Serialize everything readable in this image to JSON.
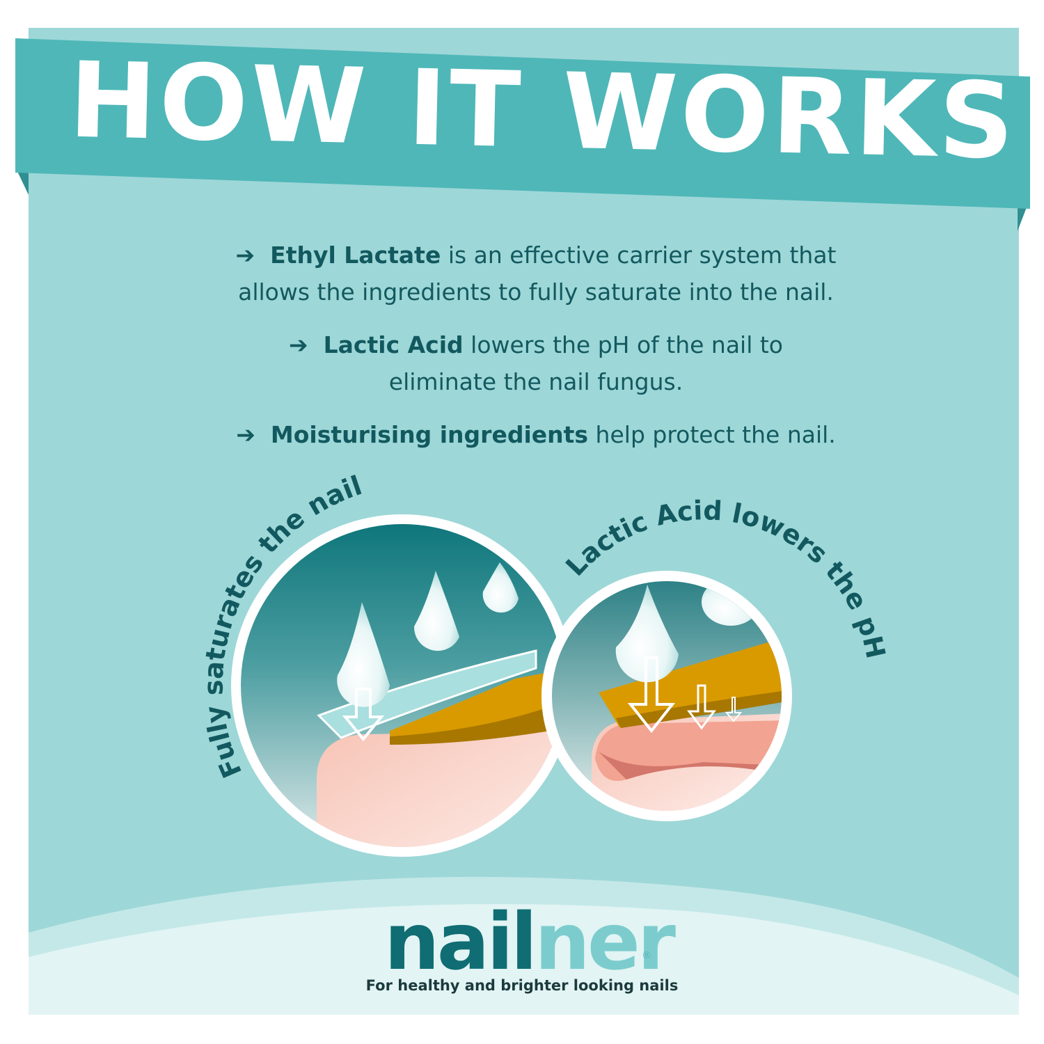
{
  "title": "HOW IT WORKS",
  "bullets": [
    {
      "arrow": "➔",
      "bold": "Ethyl Lactate",
      "text_line1": " is an effective carrier system that",
      "text_line2": "allows the ingredients to fully saturate into the nail."
    },
    {
      "arrow": "➔",
      "bold": "Lactic Acid",
      "text_line1": " lowers the pH of the nail to",
      "text_line2": "eliminate the nail fungus."
    },
    {
      "arrow": "➔",
      "bold": "Moisturising ingredients",
      "text_line1": " help protect the nail."
    }
  ],
  "circle_labels": {
    "left": "Fully saturates the nail",
    "right": "Lactic Acid lowers the pH"
  },
  "brand": {
    "logo_dark": "nail",
    "logo_light": "ner",
    "registered": "®",
    "tagline": "For healthy and brighter looking nails"
  },
  "colors": {
    "background": "#9ed7d8",
    "banner": "#4fb7b8",
    "banner_fold": "#2f8f91",
    "text_dark_teal": "#12595f",
    "nail_amber": "#d99a00",
    "skin_pink": "#f4a796",
    "droplet_white": "#ffffff"
  },
  "icons": [
    "arrow-right-icon",
    "droplet-icon",
    "down-arrow-icon"
  ]
}
